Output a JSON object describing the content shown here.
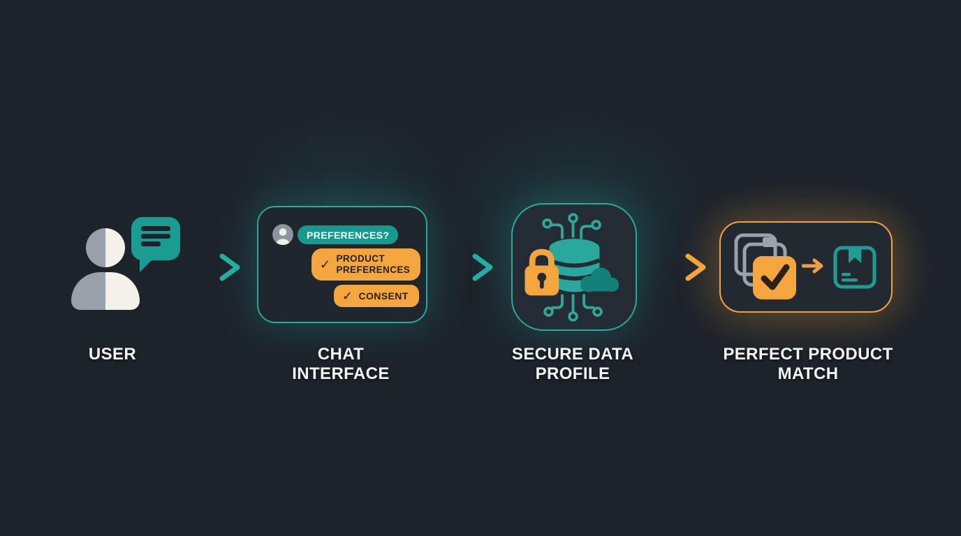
{
  "colors": {
    "background": "#1D232B",
    "teal": "#21A79B",
    "teal_deep": "#15807A",
    "orange": "#F5A53E",
    "card_gray": "#9AA2AB",
    "cream": "#F3F1E9",
    "text_light": "#F3F4F3",
    "text_dark": "#2B2116"
  },
  "steps": [
    {
      "name": "user",
      "label": "USER"
    },
    {
      "name": "chat-interface",
      "label": "CHAT\nINTERFACE"
    },
    {
      "name": "secure-data-profile",
      "label": "SECURE DATA\nPROFILE"
    },
    {
      "name": "perfect-product-match",
      "label": "PERFECT PRODUCT\nMATCH"
    }
  ],
  "chat": {
    "question_chip": "PREFERENCES?",
    "option_chips": [
      {
        "label": "PRODUCT\nPREFERENCES"
      },
      {
        "label": "CONSENT"
      }
    ]
  },
  "icons": {
    "check": "✓"
  }
}
